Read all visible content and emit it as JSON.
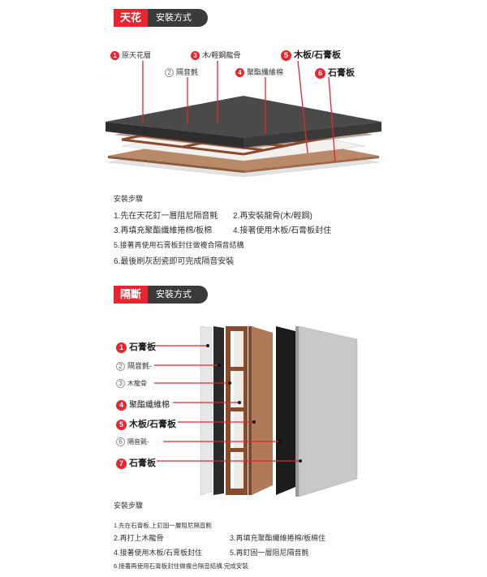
{
  "ceiling": {
    "tab_label": "天花",
    "tab_method": "安裝方式",
    "labels": [
      {
        "num": "1",
        "text": "原天花層"
      },
      {
        "num": "2",
        "text": "隔音氈"
      },
      {
        "num": "3",
        "text": "木/輕鋼龍骨"
      },
      {
        "num": "4",
        "text": "聚酯纖維棉"
      },
      {
        "num": "5",
        "text": "木板/石膏板"
      },
      {
        "num": "6",
        "text": "石膏板"
      }
    ],
    "steps_title": "安裝步驟",
    "steps": [
      "1.先在天花釘一層阻尼隔音氈",
      "2.再安裝龍骨(木/輕鋼)",
      "3.再填充聚酯纖維捲棉/板棉",
      "4.接著使用木板/石膏板封住",
      "5.接著再使用石膏板封住做複合隔音結構",
      "6.最後刷灰刮瓷即可完成隔音安裝"
    ]
  },
  "partition": {
    "tab_label": "隔斷",
    "tab_method": "安裝方式",
    "labels": [
      {
        "num": "1",
        "text": "石膏板"
      },
      {
        "num": "2",
        "text": "隔音氈-"
      },
      {
        "num": "3",
        "text": "木龍骨"
      },
      {
        "num": "4",
        "text": "聚酯纖維棉"
      },
      {
        "num": "5",
        "text": "木板/石膏板"
      },
      {
        "num": "6",
        "text": "隔音氈-"
      },
      {
        "num": "7",
        "text": "石膏板"
      }
    ],
    "steps_title": "安裝步驟",
    "steps": [
      "1.先在石膏板,上釘固一層阻尼隔音氈",
      "2.再打上木龍骨",
      "3.再填充聚酯纖維捲棉/板棉住",
      "4.接著使用木板/石膏板封住",
      "5.再釘固一層阻尼隔音氈",
      "6.接著再使用石膏板封住做複合隔音結構,完成安裝"
    ]
  },
  "colors": {
    "accent": "#e8242f",
    "dark": "#3b3b3b",
    "wood": "#9b5a3c"
  }
}
